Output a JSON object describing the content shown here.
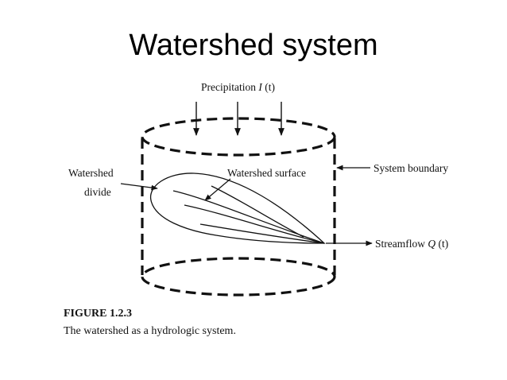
{
  "title": "Watershed system",
  "labels": {
    "precipitation": "Precipitation",
    "precipitation_symbol": "I",
    "precipitation_arg": "(t)",
    "watershed_divide_1": "Watershed",
    "watershed_divide_2": "divide",
    "watershed_surface": "Watershed surface",
    "system_boundary": "System boundary",
    "streamflow": "Streamflow",
    "streamflow_symbol": "Q",
    "streamflow_arg": "(t)"
  },
  "caption": {
    "figure_number": "FIGURE 1.2.3",
    "text": "The watershed as a hydrologic system."
  }
}
